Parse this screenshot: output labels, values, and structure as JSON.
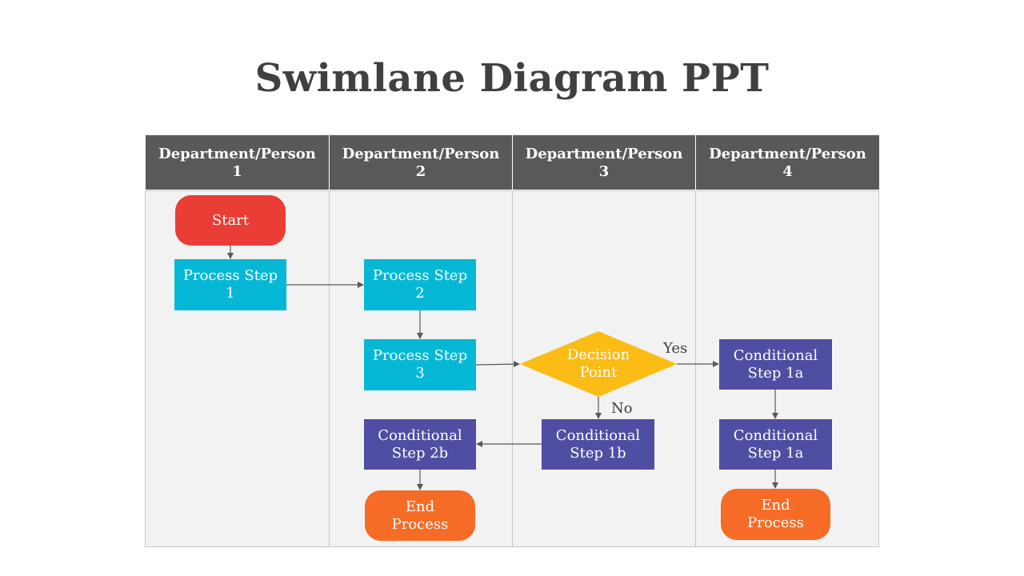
{
  "title": "Swimlane Diagram PPT",
  "lanes": [
    {
      "header": "Department/Person\n1"
    },
    {
      "header": "Department/Person\n2"
    },
    {
      "header": "Department/Person\n3"
    },
    {
      "header": "Department/Person\n4"
    }
  ],
  "nodes": {
    "start": "Start",
    "process1": "Process Step\n1",
    "process2": "Process Step\n2",
    "process3": "Process Step\n3",
    "decision": "Decision\nPoint",
    "cond1a_top": "Conditional\nStep 1a",
    "cond1a_bottom": "Conditional\nStep 1a",
    "cond1b": "Conditional\nStep 1b",
    "cond2b": "Conditional\nStep 2b",
    "end_left": "End\nProcess",
    "end_right": "End\nProcess"
  },
  "edge_labels": {
    "yes": "Yes",
    "no": "No"
  },
  "colors": {
    "header_bg": "#595959",
    "lane_bg": "#f2f2f2",
    "start": "#ea3d35",
    "process": "#06b8d6",
    "decision": "#fbbc16",
    "conditional": "#4f4ea2",
    "end": "#f66c26",
    "connector": "#595959"
  }
}
